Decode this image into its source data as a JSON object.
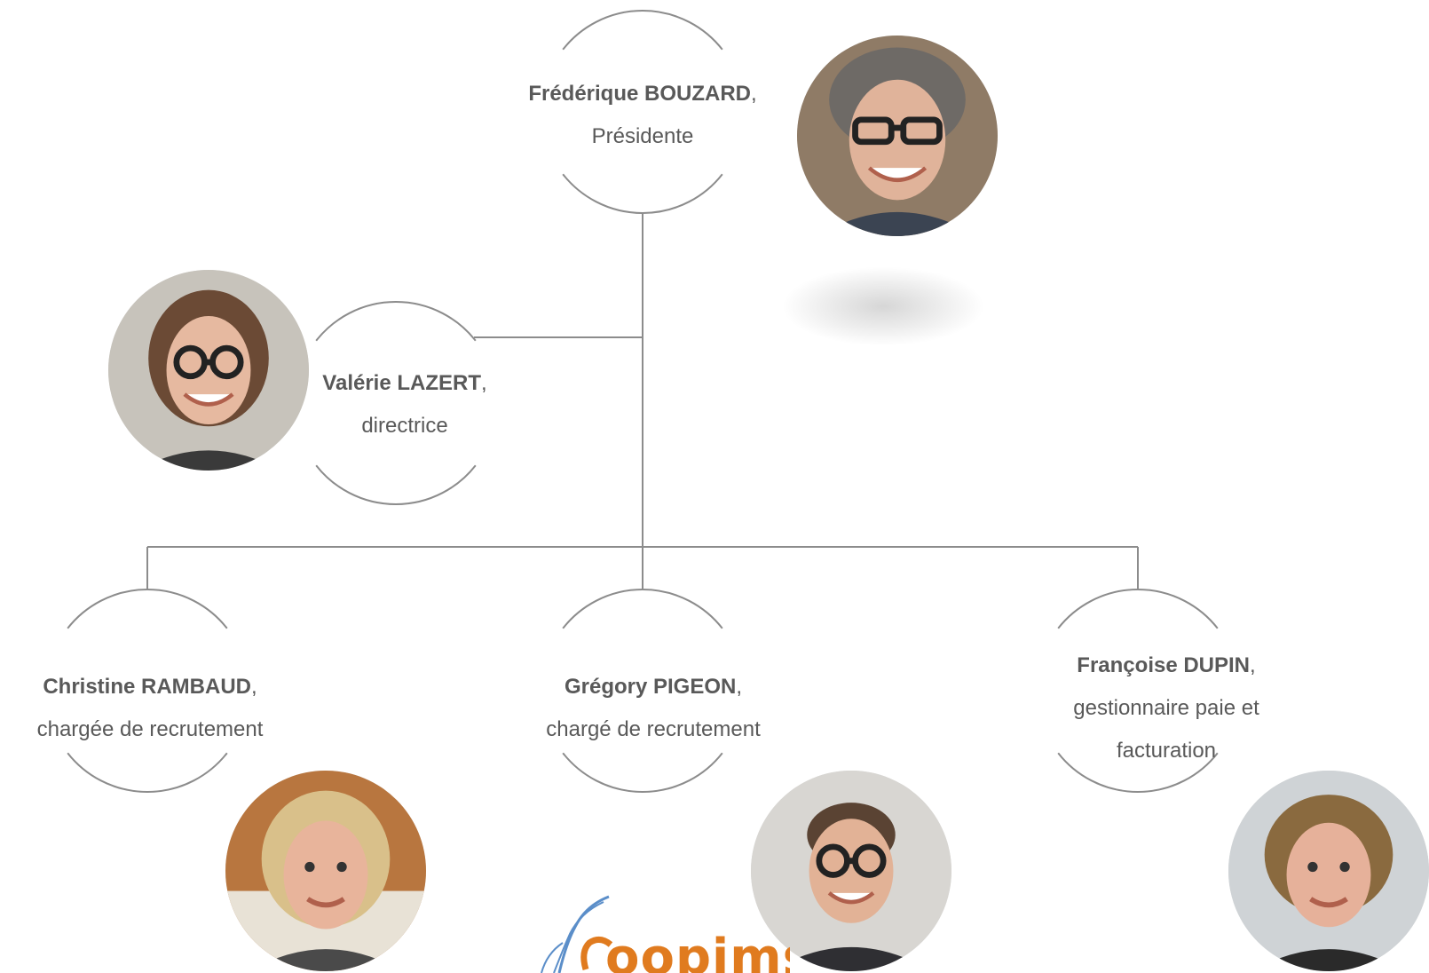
{
  "colors": {
    "line": "#8c8c8c",
    "text": "#595959",
    "logo_orange": "#e07b1f",
    "logo_blue": "#5b8ec9"
  },
  "people": [
    {
      "id": "president",
      "name": "Frédérique BOUZARD",
      "role_lines": [
        "Présidente"
      ],
      "photo": "portrait-woman-glasses"
    },
    {
      "id": "director",
      "name": "Valérie LAZERT",
      "role_lines": [
        "directrice"
      ],
      "photo": "portrait-woman-glasses"
    },
    {
      "id": "recruiter1",
      "name": "Christine RAMBAUD",
      "role_lines": [
        "chargée de recrutement"
      ],
      "photo": "portrait-woman"
    },
    {
      "id": "recruiter2",
      "name": "Grégory PIGEON",
      "role_lines": [
        "chargé de recrutement"
      ],
      "photo": "portrait-man-glasses"
    },
    {
      "id": "payroll",
      "name": "Françoise DUPIN",
      "role_lines": [
        "gestionnaire paie et",
        "facturation"
      ],
      "photo": "portrait-woman"
    }
  ],
  "hierarchy": [
    {
      "from": "president",
      "to": "director"
    },
    {
      "from": "president",
      "to": "recruiter1"
    },
    {
      "from": "president",
      "to": "recruiter2"
    },
    {
      "from": "president",
      "to": "payroll"
    }
  ],
  "logo": {
    "text": "oopims",
    "icon": "hand-wing-logo-icon"
  }
}
